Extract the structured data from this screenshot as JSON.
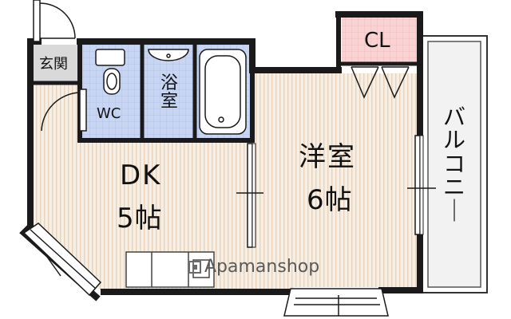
{
  "rooms": {
    "entrance": "玄関",
    "wc": "WC",
    "bath": "浴室",
    "closet": "CL",
    "dk_name": "DK",
    "dk_size": "5帖",
    "western_name": "洋室",
    "western_size": "6帖",
    "balcony": "バルコニー"
  },
  "watermark": {
    "text": "Apamanshop"
  },
  "colors": {
    "wall": "#1a1a1a",
    "floor_stripe": "#e9d3bd",
    "floor_base": "#f7eee4",
    "closet": "#f7d3d3",
    "wet_area": "#c9d6f2",
    "entrance": "#d9d9d9"
  }
}
